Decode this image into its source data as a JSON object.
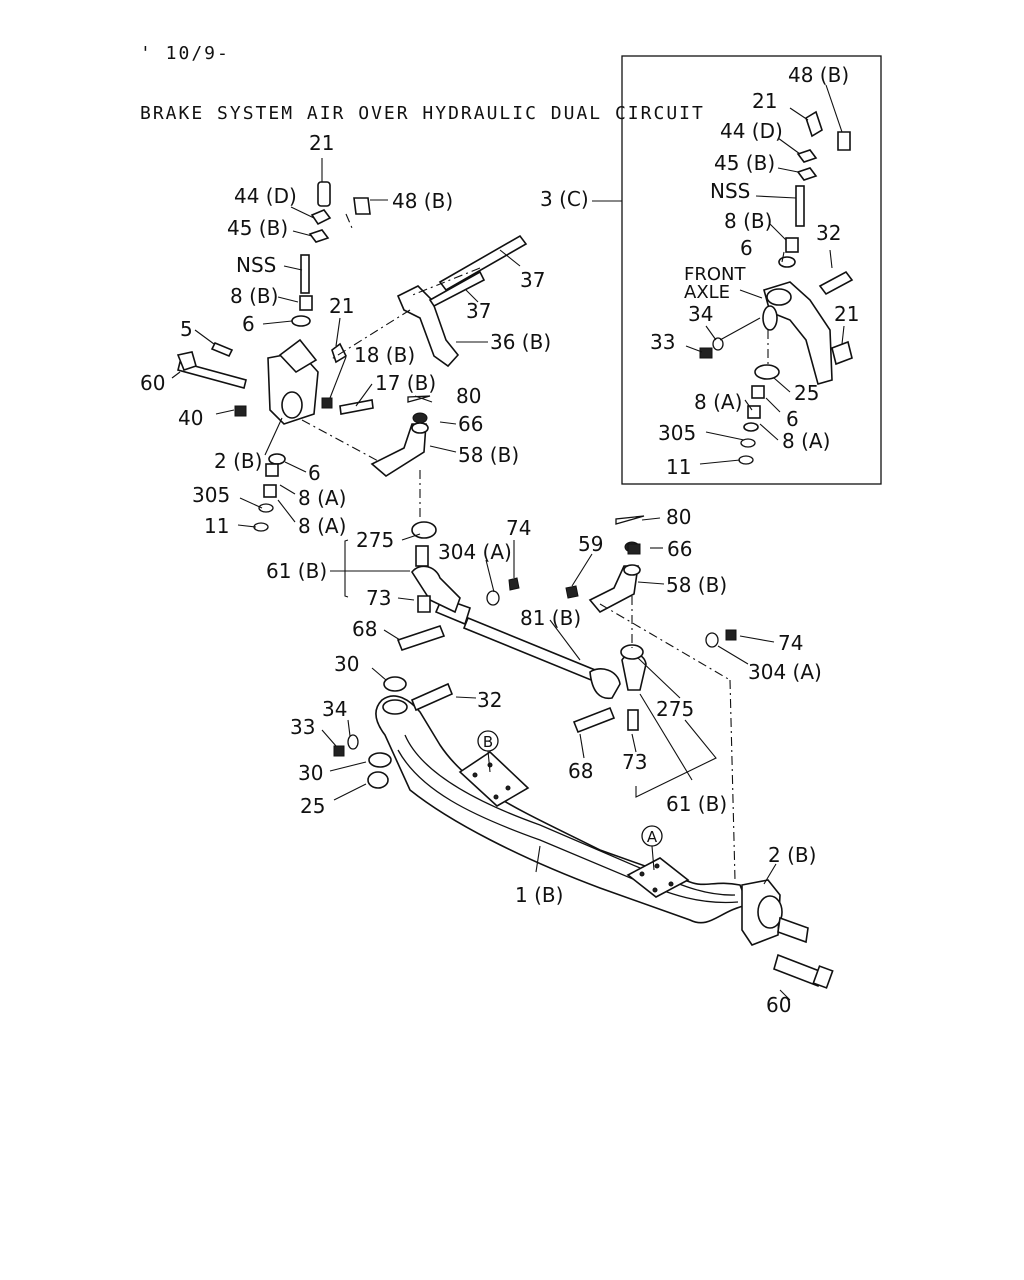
{
  "header": {
    "date_code": "' 10/9-",
    "title": "BRAKE SYSTEM AIR OVER HYDRAULIC DUAL CIRCUIT"
  },
  "inset": {
    "ref_label": "3 (C)",
    "front_axle_line1": "FRONT",
    "front_axle_line2": "AXLE"
  },
  "datum_markers": [
    "B",
    "A"
  ],
  "part_labels": [
    "21",
    "44 (D)",
    "48 (B)",
    "45 (B)",
    "NSS",
    "8 (B)",
    "21",
    "6",
    "5",
    "18 (B)",
    "60",
    "17 (B)",
    "80",
    "40",
    "66",
    "2 (B)",
    "58 (B)",
    "6",
    "305",
    "8 (A)",
    "8 (A)",
    "11",
    "37",
    "37",
    "36 (B)",
    "275",
    "74",
    "304 (A)",
    "61 (B)",
    "73",
    "68",
    "30",
    "32",
    "34",
    "33",
    "30",
    "25",
    "81 (B)",
    "80",
    "59",
    "66",
    "58 (B)",
    "74",
    "304 (A)",
    "275",
    "68",
    "73",
    "61 (B)",
    "1 (B)",
    "2 (B)",
    "60",
    "48 (B)",
    "21",
    "44 (D)",
    "45 (B)",
    "NSS",
    "8 (B)",
    "32",
    "6",
    "34",
    "21",
    "33",
    "25",
    "8 (A)",
    "6",
    "305",
    "8 (A)",
    "11"
  ]
}
